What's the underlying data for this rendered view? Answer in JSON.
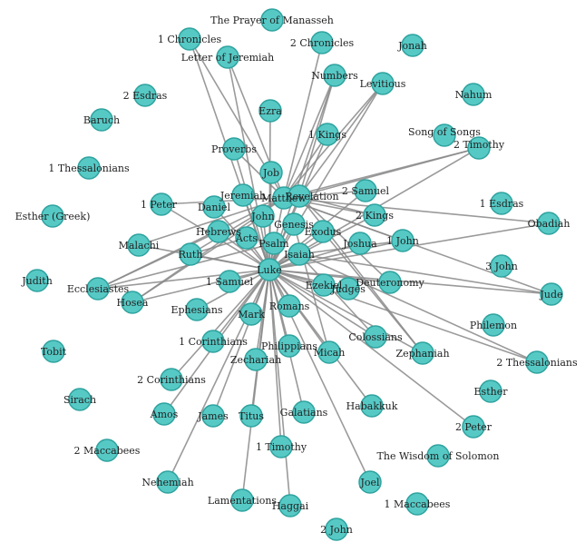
{
  "diagram": {
    "colors": {
      "node_fill": "#56c9c5",
      "node_stroke": "#2fa39f",
      "edge": "#888888",
      "label": "#222222"
    },
    "nodes": [
      {
        "id": "luke",
        "label": "Luke"
      },
      {
        "id": "matthew",
        "label": "Matthew"
      },
      {
        "id": "revelation",
        "label": "Revelation"
      },
      {
        "id": "genesis",
        "label": "Genesis"
      },
      {
        "id": "isaiah",
        "label": "Isaiah"
      },
      {
        "id": "exodus",
        "label": "Exodus"
      },
      {
        "id": "psalm",
        "label": "Psalm"
      },
      {
        "id": "acts",
        "label": "Acts"
      },
      {
        "id": "john",
        "label": "John"
      },
      {
        "id": "jeremiah",
        "label": "Jeremiah"
      },
      {
        "id": "daniel",
        "label": "Daniel"
      },
      {
        "id": "hebrews",
        "label": "Hebrews"
      },
      {
        "id": "ruth",
        "label": "Ruth"
      },
      {
        "id": "malachi",
        "label": "Malachi"
      },
      {
        "id": "1peter",
        "label": "1 Peter"
      },
      {
        "id": "job",
        "label": "Job"
      },
      {
        "id": "proverbs",
        "label": "Proverbs"
      },
      {
        "id": "ezra",
        "label": "Ezra"
      },
      {
        "id": "1kings",
        "label": "1 Kings"
      },
      {
        "id": "numbers",
        "label": "Numbers"
      },
      {
        "id": "leviticus",
        "label": "Levitious"
      },
      {
        "id": "2samuel",
        "label": "2 Samuel"
      },
      {
        "id": "2kings",
        "label": "2 Kings"
      },
      {
        "id": "joshua",
        "label": "Joshua"
      },
      {
        "id": "1john",
        "label": "1 John"
      },
      {
        "id": "deuteronomy",
        "label": "Deuteronomy"
      },
      {
        "id": "judges",
        "label": "Judges"
      },
      {
        "id": "ezekiel",
        "label": "Ezekiel"
      },
      {
        "id": "romans",
        "label": "Romans"
      },
      {
        "id": "mark",
        "label": "Mark"
      },
      {
        "id": "1samuel",
        "label": "1 Samuel"
      },
      {
        "id": "ephesians",
        "label": "Ephesians"
      },
      {
        "id": "hosea",
        "label": "Hosea"
      },
      {
        "id": "ecclesiastes",
        "label": "Ecclesiastes"
      },
      {
        "id": "1corinthians",
        "label": "1 Corinthians"
      },
      {
        "id": "2corinthians",
        "label": "2 Corinthians"
      },
      {
        "id": "zechariah",
        "label": "Zechariah"
      },
      {
        "id": "philippians",
        "label": "Philippians"
      },
      {
        "id": "micah",
        "label": "Micah"
      },
      {
        "id": "colossians",
        "label": "Colossians"
      },
      {
        "id": "zephaniah",
        "label": "Zephaniah"
      },
      {
        "id": "habakkuk",
        "label": "Habakkuk"
      },
      {
        "id": "amos",
        "label": "Amos"
      },
      {
        "id": "james",
        "label": "James"
      },
      {
        "id": "titus",
        "label": "Titus"
      },
      {
        "id": "galatians",
        "label": "Galatians"
      },
      {
        "id": "1timothy",
        "label": "1 Timothy"
      },
      {
        "id": "nehemiah",
        "label": "Nehemiah"
      },
      {
        "id": "lamentations",
        "label": "Lamentations"
      },
      {
        "id": "haggai",
        "label": "Haggai"
      },
      {
        "id": "joel",
        "label": "Joel"
      },
      {
        "id": "2peter",
        "label": "2 Peter"
      },
      {
        "id": "2timothy",
        "label": "2 Timothy"
      },
      {
        "id": "2thessalonians",
        "label": "2 Thessalonians"
      },
      {
        "id": "jude",
        "label": "Jude"
      },
      {
        "id": "obadiah",
        "label": "Obadiah"
      },
      {
        "id": "1chronicles",
        "label": "1 Chronicles"
      },
      {
        "id": "letterjeremiah",
        "label": "Letter of Jeremiah"
      },
      {
        "id": "prayermanasseh",
        "label": "The Prayer of Manasseh"
      },
      {
        "id": "2chronicles",
        "label": "2 Chronicles"
      },
      {
        "id": "jonah",
        "label": "Jonah"
      },
      {
        "id": "nahum",
        "label": "Nahum"
      },
      {
        "id": "songofsongs",
        "label": "Song of Songs"
      },
      {
        "id": "1esdras",
        "label": "1 Esdras"
      },
      {
        "id": "3john",
        "label": "3 John"
      },
      {
        "id": "philemon",
        "label": "Philemon"
      },
      {
        "id": "esther",
        "label": "Esther"
      },
      {
        "id": "wisdom",
        "label": "The Wisdom of Solomon"
      },
      {
        "id": "1maccabees",
        "label": "1 Maccabees"
      },
      {
        "id": "2john",
        "label": "2 John"
      },
      {
        "id": "2esdras",
        "label": "2 Esdras"
      },
      {
        "id": "baruch",
        "label": "Baruch"
      },
      {
        "id": "1thessalonians",
        "label": "1 Thessalonians"
      },
      {
        "id": "esthergreek",
        "label": "Esther (Greek)"
      },
      {
        "id": "judith",
        "label": "Judith"
      },
      {
        "id": "tobit",
        "label": "Tobit"
      },
      {
        "id": "sirach",
        "label": "Sirach"
      },
      {
        "id": "2maccabees",
        "label": "2 Maccabees"
      }
    ],
    "edges": [
      [
        "luke",
        "matthew"
      ],
      [
        "luke",
        "revelation"
      ],
      [
        "luke",
        "genesis"
      ],
      [
        "luke",
        "isaiah"
      ],
      [
        "luke",
        "exodus"
      ],
      [
        "luke",
        "psalm"
      ],
      [
        "luke",
        "acts"
      ],
      [
        "luke",
        "john"
      ],
      [
        "luke",
        "jeremiah"
      ],
      [
        "luke",
        "daniel"
      ],
      [
        "luke",
        "hebrews"
      ],
      [
        "luke",
        "ruth"
      ],
      [
        "luke",
        "malachi"
      ],
      [
        "luke",
        "1peter"
      ],
      [
        "luke",
        "job"
      ],
      [
        "luke",
        "proverbs"
      ],
      [
        "luke",
        "ezra"
      ],
      [
        "luke",
        "1kings"
      ],
      [
        "luke",
        "numbers"
      ],
      [
        "luke",
        "leviticus"
      ],
      [
        "luke",
        "2samuel"
      ],
      [
        "luke",
        "2kings"
      ],
      [
        "luke",
        "joshua"
      ],
      [
        "luke",
        "1john"
      ],
      [
        "luke",
        "deuteronomy"
      ],
      [
        "luke",
        "judges"
      ],
      [
        "luke",
        "ezekiel"
      ],
      [
        "luke",
        "romans"
      ],
      [
        "luke",
        "mark"
      ],
      [
        "luke",
        "1samuel"
      ],
      [
        "luke",
        "ephesians"
      ],
      [
        "luke",
        "hosea"
      ],
      [
        "luke",
        "ecclesiastes"
      ],
      [
        "luke",
        "1corinthians"
      ],
      [
        "luke",
        "2corinthians"
      ],
      [
        "luke",
        "zechariah"
      ],
      [
        "luke",
        "philippians"
      ],
      [
        "luke",
        "micah"
      ],
      [
        "luke",
        "colossians"
      ],
      [
        "luke",
        "zephaniah"
      ],
      [
        "luke",
        "habakkuk"
      ],
      [
        "luke",
        "amos"
      ],
      [
        "luke",
        "james"
      ],
      [
        "luke",
        "titus"
      ],
      [
        "luke",
        "galatians"
      ],
      [
        "luke",
        "1timothy"
      ],
      [
        "luke",
        "nehemiah"
      ],
      [
        "luke",
        "lamentations"
      ],
      [
        "luke",
        "haggai"
      ],
      [
        "luke",
        "joel"
      ],
      [
        "luke",
        "2peter"
      ],
      [
        "luke",
        "2timothy"
      ],
      [
        "luke",
        "2thessalonians"
      ],
      [
        "luke",
        "jude"
      ],
      [
        "luke",
        "obadiah"
      ],
      [
        "luke",
        "1chronicles"
      ],
      [
        "luke",
        "letterjeremiah"
      ],
      [
        "matthew",
        "1chronicles"
      ],
      [
        "matthew",
        "letterjeremiah"
      ],
      [
        "matthew",
        "2chronicles"
      ],
      [
        "matthew",
        "numbers"
      ],
      [
        "matthew",
        "leviticus"
      ],
      [
        "matthew",
        "1kings"
      ],
      [
        "matthew",
        "2timothy"
      ],
      [
        "matthew",
        "2samuel"
      ],
      [
        "matthew",
        "2kings"
      ],
      [
        "matthew",
        "obadiah"
      ],
      [
        "matthew",
        "jude"
      ],
      [
        "matthew",
        "1john"
      ],
      [
        "matthew",
        "hosea"
      ],
      [
        "matthew",
        "malachi"
      ],
      [
        "matthew",
        "ecclesiastes"
      ],
      [
        "matthew",
        "ruth"
      ],
      [
        "matthew",
        "1peter"
      ],
      [
        "matthew",
        "proverbs"
      ],
      [
        "revelation",
        "numbers"
      ],
      [
        "revelation",
        "leviticus"
      ],
      [
        "revelation",
        "2timothy"
      ],
      [
        "revelation",
        "2kings"
      ],
      [
        "revelation",
        "zephaniah"
      ],
      [
        "revelation",
        "deuteronomy"
      ],
      [
        "isaiah",
        "1john"
      ],
      [
        "isaiah",
        "jude"
      ],
      [
        "isaiah",
        "2thessalonians"
      ],
      [
        "isaiah",
        "colossians"
      ],
      [
        "exodus",
        "zephaniah"
      ],
      [
        "genesis",
        "micah"
      ],
      [
        "psalm",
        "ecclesiastes"
      ],
      [
        "hebrews",
        "ecclesiastes"
      ],
      [
        "acts",
        "ruth"
      ],
      [
        "john",
        "hosea"
      ]
    ]
  }
}
